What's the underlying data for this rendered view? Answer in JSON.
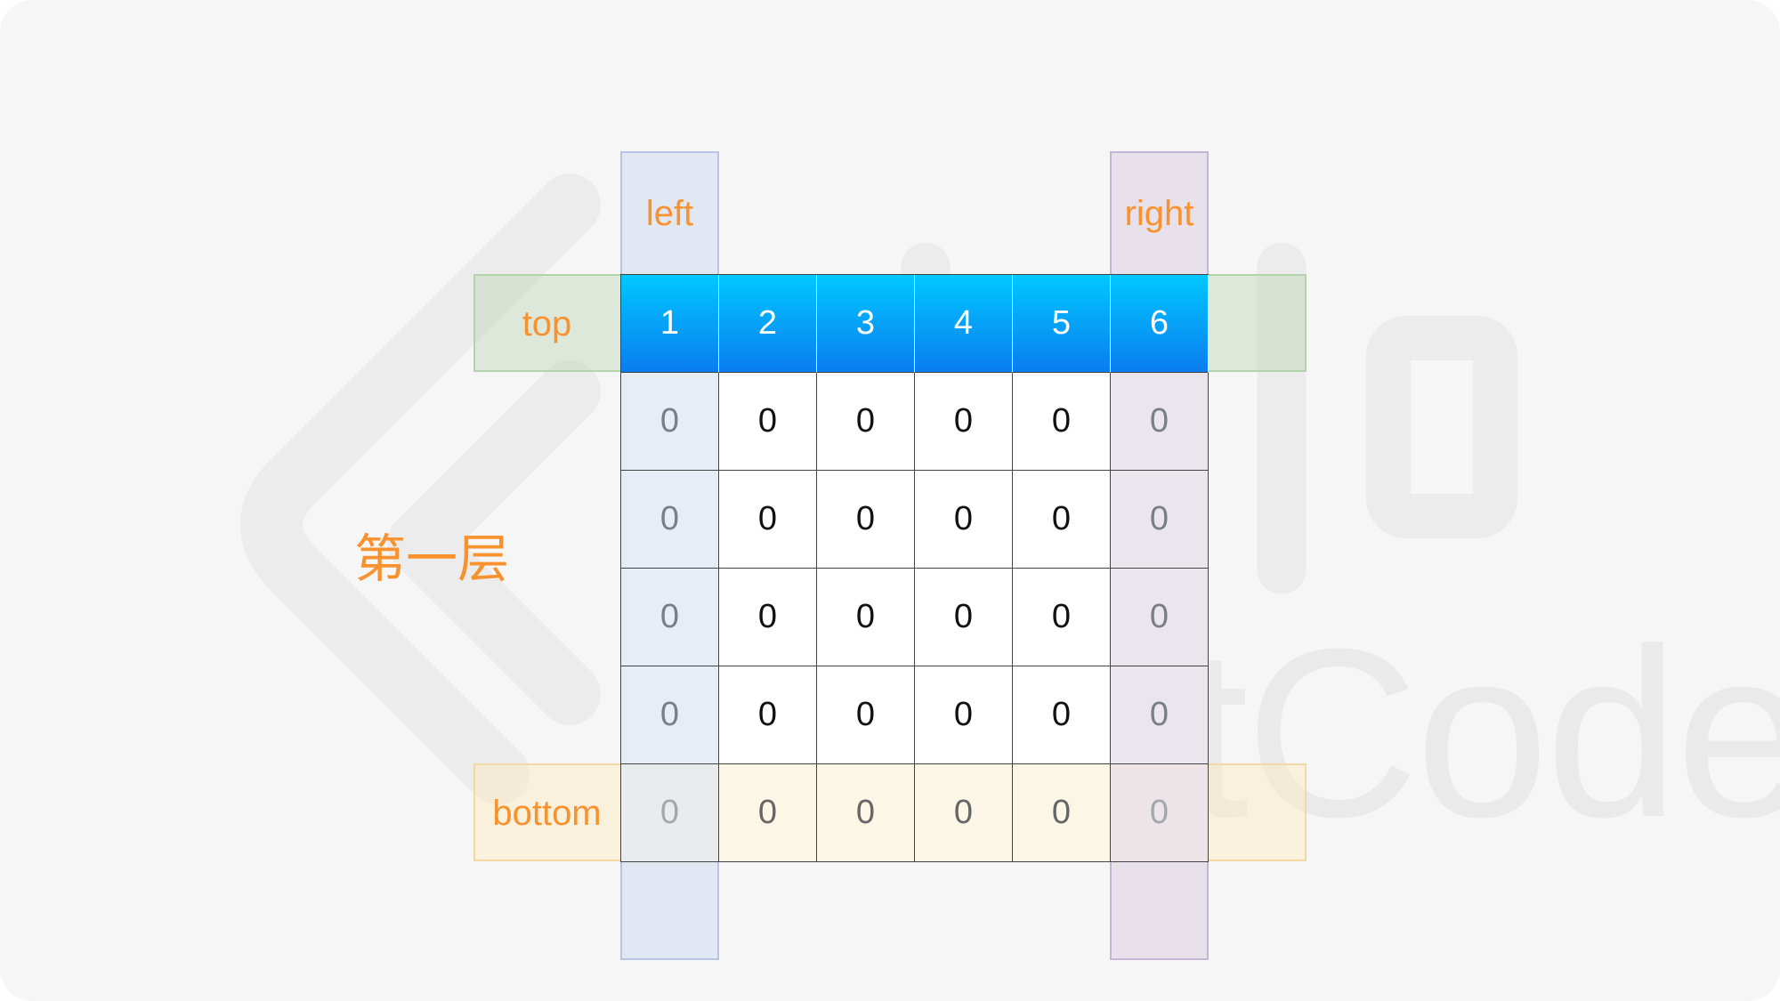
{
  "pointers": {
    "left": "left",
    "right": "right",
    "top": "top",
    "bottom": "bottom"
  },
  "layer_label": "第一层",
  "watermark": "leetCode",
  "matrix": {
    "header": [
      "1",
      "2",
      "3",
      "4",
      "5",
      "6"
    ],
    "rows": [
      [
        "0",
        "0",
        "0",
        "0",
        "0",
        "0"
      ],
      [
        "0",
        "0",
        "0",
        "0",
        "0",
        "0"
      ],
      [
        "0",
        "0",
        "0",
        "0",
        "0",
        "0"
      ],
      [
        "0",
        "0",
        "0",
        "0",
        "0",
        "0"
      ],
      [
        "0",
        "0",
        "0",
        "0",
        "0",
        "0"
      ]
    ]
  },
  "colors": {
    "accent": "#f7922e",
    "header_top": "#00c8ff",
    "header_bottom": "#0a7df0"
  }
}
